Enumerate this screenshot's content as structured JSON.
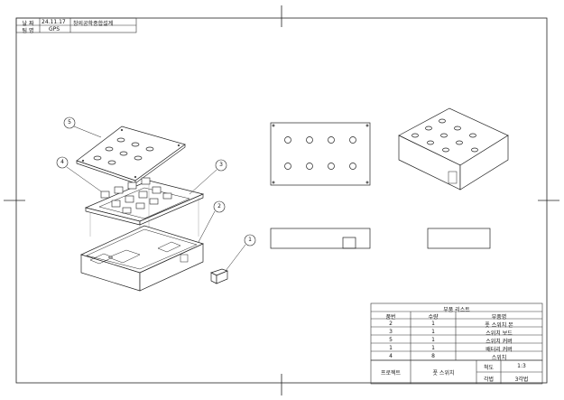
{
  "header": {
    "date_label": "날 짜",
    "date_value": "24.11.17",
    "course": "창의공학종합설계",
    "team_label": "팀 명",
    "team_value": "GPS"
  },
  "balloons": [
    "5",
    "4",
    "3",
    "2",
    "1"
  ],
  "parts_list": {
    "title": "부품 리스트",
    "headers": [
      "품번",
      "수량",
      "부품명"
    ],
    "rows": [
      [
        "2",
        "1",
        "풋 스위치 본"
      ],
      [
        "3",
        "1",
        "스위치 보드"
      ],
      [
        "5",
        "1",
        "스위치 커버"
      ],
      [
        "1",
        "1",
        "배터리 커버"
      ],
      [
        "4",
        "8",
        "스위치"
      ]
    ]
  },
  "title_block": {
    "project_label": "프로젝트",
    "project_name": "풋 스위치",
    "scale_label": "척도",
    "scale_value": "1:3",
    "angle_label": "각법",
    "angle_value": "3각법"
  }
}
